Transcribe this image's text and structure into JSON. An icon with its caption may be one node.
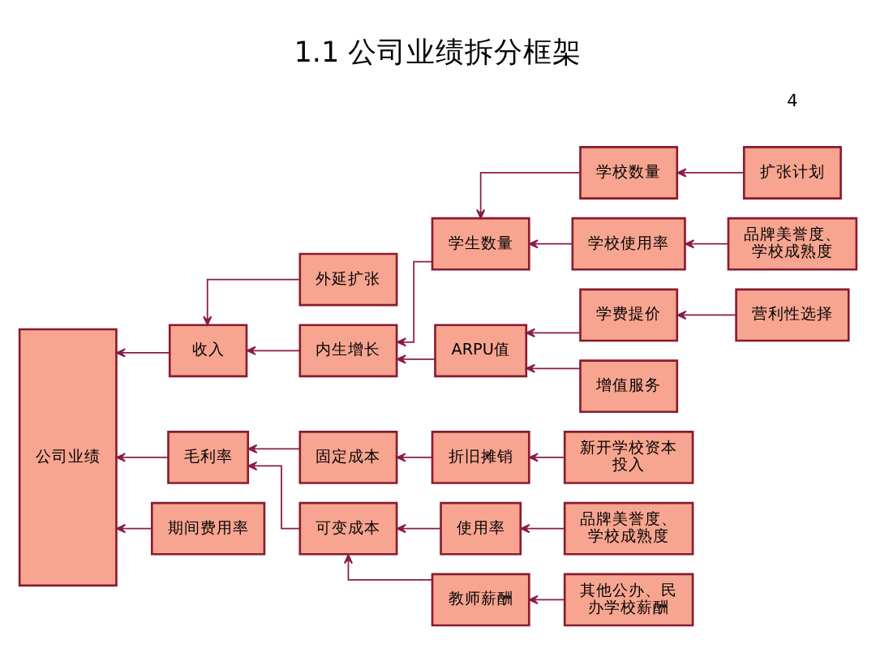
{
  "diagram": {
    "title": "1.1 公司业绩拆分框架",
    "nodes": [
      {
        "text": [
          "公司业绩"
        ]
      },
      {
        "text": [
          "收入"
        ]
      },
      {
        "text": [
          "毛利率"
        ]
      },
      {
        "text": [
          "期间费用率"
        ]
      },
      {
        "text": [
          "外延扩张"
        ]
      },
      {
        "text": [
          "内生增长"
        ]
      },
      {
        "text": [
          "固定成本"
        ]
      },
      {
        "text": [
          "可变成本"
        ]
      },
      {
        "text": [
          "学生数量"
        ]
      },
      {
        "text": [
          "ARPU值"
        ]
      },
      {
        "text": [
          "学校数量"
        ]
      },
      {
        "text": [
          "学校使用率"
        ]
      },
      {
        "text": [
          "学费提价"
        ]
      },
      {
        "text": [
          "增值服务"
        ]
      },
      {
        "text": [
          "扩张计划"
        ]
      },
      {
        "text": [
          "品牌美誉度、学校成熟度"
        ]
      },
      {
        "text": [
          "营利性选择"
        ]
      },
      {
        "text": [
          "折旧摊销"
        ]
      },
      {
        "text": [
          "使用率"
        ]
      },
      {
        "text": [
          "教师薪酬"
        ]
      },
      {
        "text": [
          "新开学校资本投入"
        ]
      },
      {
        "text": [
          "品牌美誉度、学校成熟度"
        ]
      },
      {
        "text": [
          "其他公办、民办学校薪酬"
        ]
      }
    ],
    "edges": [
      {
        "from": 1,
        "to": 0,
        "arrow": "to"
      },
      {
        "from": 2,
        "to": 0,
        "arrow": "to"
      },
      {
        "from": 3,
        "to": 0,
        "arrow": "to"
      },
      {
        "from": 4,
        "to": 1,
        "arrow": "to"
      },
      {
        "from": 5,
        "to": 1,
        "arrow": "to"
      },
      {
        "from": 6,
        "to": 2,
        "arrow": "to"
      },
      {
        "from": 7,
        "to": 2,
        "arrow": "to"
      },
      {
        "from": 8,
        "to": 5,
        "arrow": "to"
      },
      {
        "from": 9,
        "to": 5,
        "arrow": "to"
      },
      {
        "from": 10,
        "to": 8,
        "arrow": "to"
      },
      {
        "from": 11,
        "to": 8,
        "arrow": "to"
      },
      {
        "from": 12,
        "to": 9,
        "arrow": "to"
      },
      {
        "from": 13,
        "to": 9,
        "arrow": "to"
      },
      {
        "from": 14,
        "to": 10,
        "arrow": "to"
      },
      {
        "from": 15,
        "to": 11,
        "arrow": "to"
      },
      {
        "from": 16,
        "to": 12,
        "arrow": "to"
      },
      {
        "from": 17,
        "to": 6,
        "arrow": "to"
      },
      {
        "from": 18,
        "to": 7,
        "arrow": "to"
      },
      {
        "from": 19,
        "to": 7,
        "arrow": "to"
      },
      {
        "from": 20,
        "to": 17,
        "arrow": "to"
      },
      {
        "from": 21,
        "to": 18,
        "arrow": "to"
      },
      {
        "from": 22,
        "to": 19,
        "arrow": "to"
      }
    ],
    "labels": [
      "4"
    ]
  }
}
